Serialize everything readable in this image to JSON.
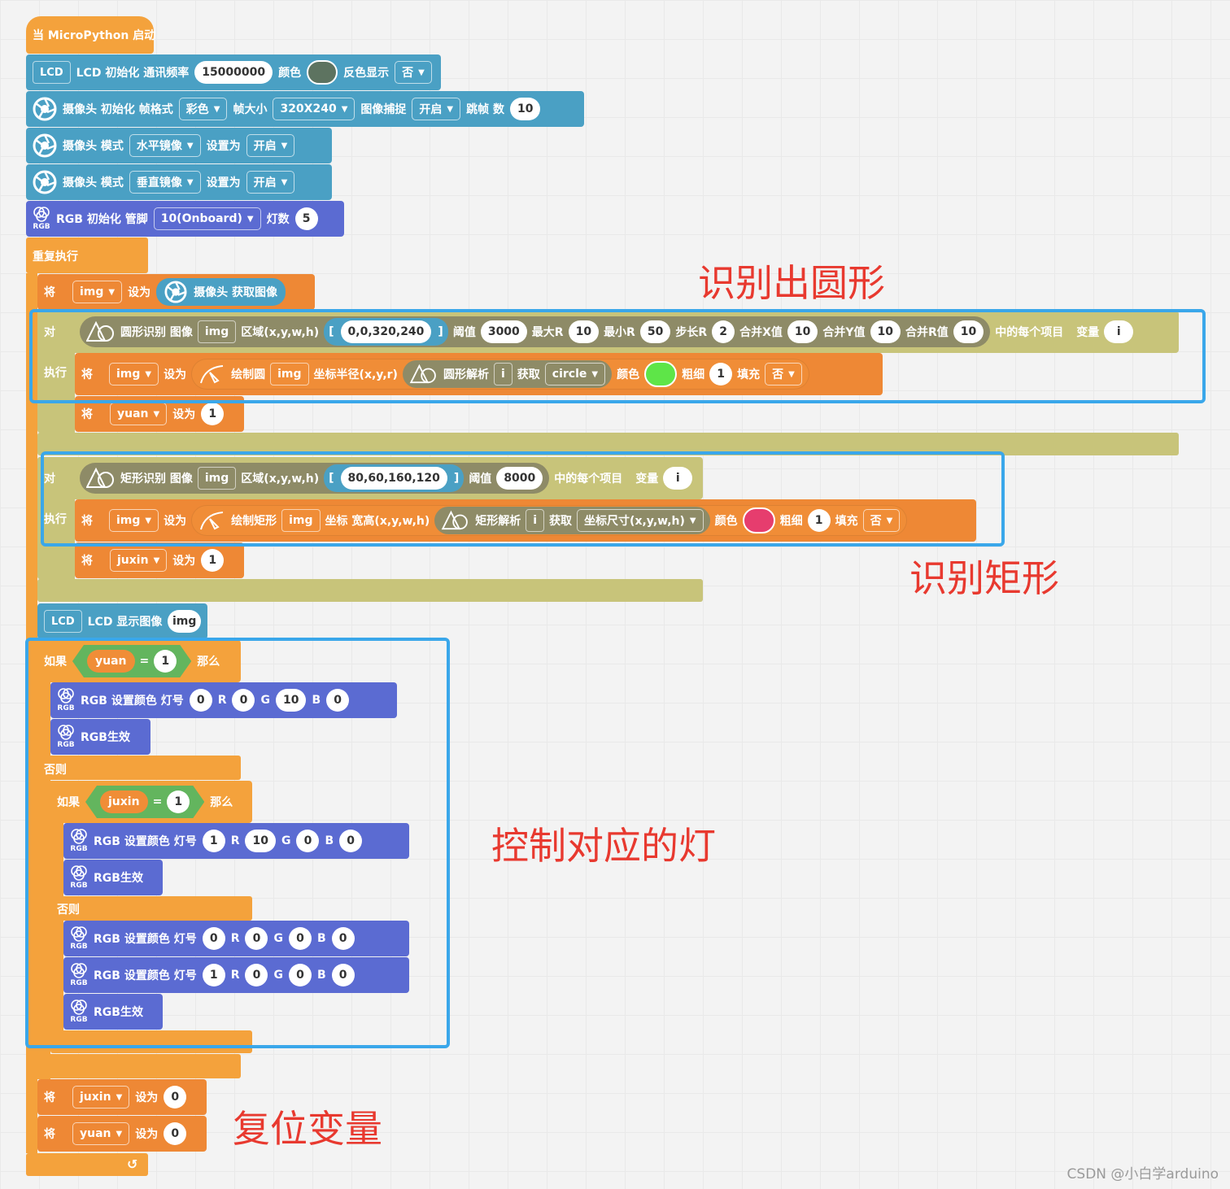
{
  "hat": {
    "label": "当 MicroPython 启动"
  },
  "lcd_init": {
    "label": "LCD 初始化 通讯频率",
    "freq": "15000000",
    "color_label": "颜色",
    "invert_label": "反色显示",
    "invert_value": "否"
  },
  "cam_init": {
    "label": "摄像头 初始化 帧格式",
    "format": "彩色",
    "size_label": "帧大小",
    "size": "320X240",
    "capture_label": "图像捕捉",
    "capture": "开启",
    "skip_label": "跳帧 数",
    "skip": "10"
  },
  "cam_mode1": {
    "label": "摄像头 模式",
    "mode": "水平镜像",
    "set_label": "设置为",
    "value": "开启"
  },
  "cam_mode2": {
    "label": "摄像头 模式",
    "mode": "垂直镜像",
    "set_label": "设置为",
    "value": "开启"
  },
  "rgb_init": {
    "label": "RGB 初始化 管脚",
    "pin": "10(Onboard)",
    "count_label": "灯数",
    "count": "5"
  },
  "icon_text": {
    "lcd": "LCD",
    "rgb": "RGB"
  },
  "common": {
    "set": "将",
    "to": "设为",
    "exec": "执行",
    "each_item": "中的每个项目",
    "variable": "变量",
    "get": "获取",
    "fill": "填充",
    "no": "否",
    "img": "img",
    "color": "颜色",
    "thickness": "粗细",
    "then": "那么",
    "eq": "=",
    "lbr": "[",
    "rbr": "]"
  },
  "loop": {
    "label": "重复执行"
  },
  "snap": {
    "var": "img",
    "source": "摄像头 获取图像"
  },
  "circle_for": {
    "for_label": "对",
    "label": "圆形识别 图像",
    "roi_label": "区域(x,y,w,h)",
    "roi": "0,0,320,240",
    "thr_label": "阈值",
    "thr": "3000",
    "rmax_label": "最大R",
    "rmax": "10",
    "rmin_label": "最小R",
    "rmin": "50",
    "step_label": "步长R",
    "step": "2",
    "mx_label": "合并X值",
    "mx": "10",
    "my_label": "合并Y值",
    "my": "10",
    "mr_label": "合并R值",
    "mr": "10",
    "var": "i"
  },
  "draw_circle": {
    "label": "绘制圆",
    "coord_label": "坐标半径(x,y,r)",
    "parse_label": "圆形解析",
    "item": "i",
    "field": "circle",
    "color_hex": "#5ee548",
    "thickness": "1"
  },
  "set_yuan": {
    "var": "yuan",
    "value": "1"
  },
  "rect_for": {
    "for_label": "对",
    "label": "矩形识别 图像",
    "roi_label": "区域(x,y,w,h)",
    "roi": "80,60,160,120",
    "thr_label": "阈值",
    "thr": "8000",
    "var": "i"
  },
  "draw_rect": {
    "label": "绘制矩形",
    "coord_label": "坐标 宽高(x,y,w,h)",
    "parse_label": "矩形解析",
    "item": "i",
    "field": "坐标尺寸(x,y,w,h)",
    "color_hex": "#e63d6e",
    "thickness": "1"
  },
  "set_juxin": {
    "var": "juxin",
    "value": "1"
  },
  "lcd_show": {
    "label": "LCD 显示图像",
    "img": "img"
  },
  "if1": {
    "if_label": "如果",
    "var": "yuan",
    "value": "1",
    "else_label": "否则"
  },
  "rgb_a": {
    "label": "RGB 设置颜色 灯号",
    "idx": "0",
    "r_label": "R",
    "r": "0",
    "g_label": "G",
    "g": "10",
    "b_label": "B",
    "b": "0"
  },
  "rgb_show": {
    "label": "RGB生效"
  },
  "if2": {
    "if_label": "如果",
    "var": "juxin",
    "value": "1",
    "else_label": "否则"
  },
  "rgb_b": {
    "label": "RGB 设置颜色 灯号",
    "idx": "1",
    "r_label": "R",
    "r": "10",
    "g_label": "G",
    "g": "0",
    "b_label": "B",
    "b": "0"
  },
  "rgb_c": {
    "label": "RGB 设置颜色 灯号",
    "idx": "0",
    "r_label": "R",
    "r": "0",
    "g_label": "G",
    "g": "0",
    "b_label": "B",
    "b": "0"
  },
  "rgb_d": {
    "label": "RGB 设置颜色 灯号",
    "idx": "1",
    "r_label": "R",
    "r": "0",
    "g_label": "G",
    "g": "0",
    "b_label": "B",
    "b": "0"
  },
  "reset1": {
    "var": "juxin",
    "value": "0"
  },
  "reset2": {
    "var": "yuan",
    "value": "0"
  },
  "annotations": {
    "circle": "识别出圆形",
    "rect": "识别矩形",
    "lights": "控制对应的灯",
    "reset": "复位变量"
  },
  "watermark": "CSDN @小白学arduino",
  "colors": {
    "lcd_color": "#5d7360",
    "highlight": "#3aa7ea",
    "annotation": "#e8392f"
  }
}
